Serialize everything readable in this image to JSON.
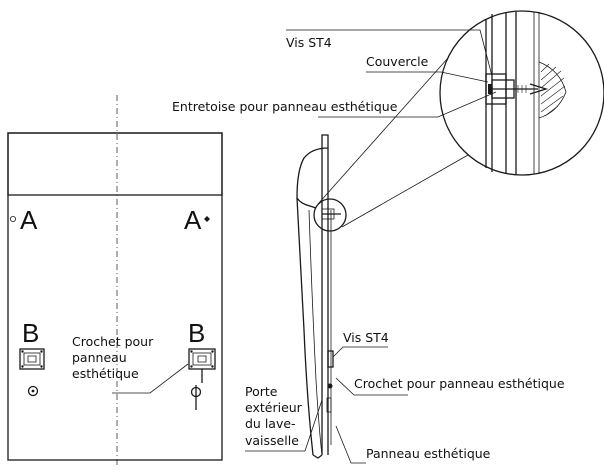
{
  "callouts": {
    "vis_st4_top": "Vis ST4",
    "couvercle": "Couvercle",
    "entretoise": "Entretoise pour panneau esthétique",
    "vis_st4_side": "Vis ST4",
    "crochet_side": "Crochet pour panneau esthétique",
    "panneau": "Panneau esthétique"
  },
  "front_panel": {
    "point_a_left": "A",
    "point_a_right": "A",
    "point_b_left": "B",
    "point_b_right": "B",
    "crochet_lines": [
      "Crochet pour",
      "panneau",
      "esthétique"
    ]
  },
  "porte_lines": [
    "Porte",
    "extérieur",
    "du lave-",
    "vaisselle"
  ]
}
